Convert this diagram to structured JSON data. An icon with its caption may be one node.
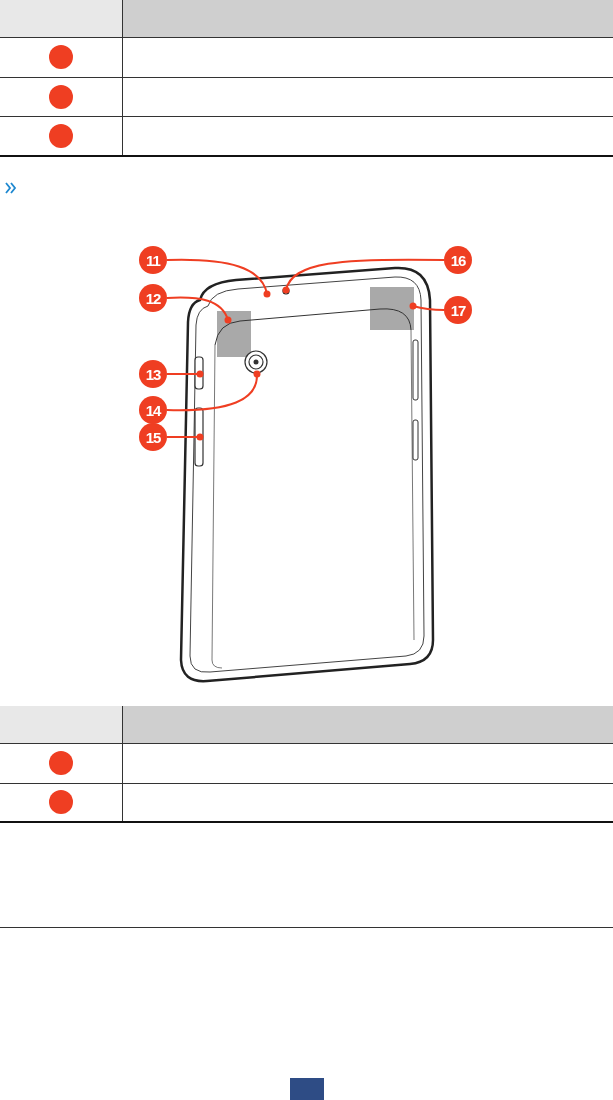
{
  "diagram": {
    "nodes": [
      {
        "text": [
          "11"
        ]
      },
      {
        "text": [
          "12"
        ]
      },
      {
        "text": [
          "13"
        ]
      },
      {
        "text": [
          "14"
        ]
      },
      {
        "text": [
          "15"
        ]
      },
      {
        "text": [
          "16"
        ]
      },
      {
        "text": [
          "17"
        ]
      }
    ],
    "edges": [
      {
        "from": 0,
        "to": null,
        "arrow": "other"
      },
      {
        "from": 1,
        "to": null,
        "arrow": "other"
      },
      {
        "from": 2,
        "to": null,
        "arrow": "other"
      },
      {
        "from": 3,
        "to": null,
        "arrow": "other"
      },
      {
        "from": 4,
        "to": null,
        "arrow": "other"
      },
      {
        "from": 5,
        "to": null,
        "arrow": "other"
      },
      {
        "from": 6,
        "to": null,
        "arrow": "other"
      }
    ]
  }
}
